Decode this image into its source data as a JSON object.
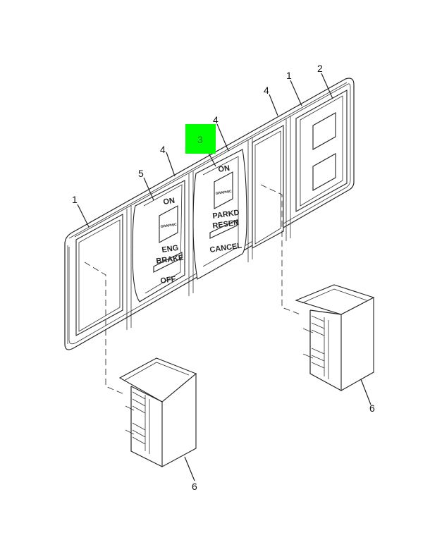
{
  "highlight_color": "#00ff00",
  "callouts": {
    "c1_left": "1",
    "c1_top": "1",
    "c2": "2",
    "c3": "3",
    "c4_left": "4",
    "c4_mid": "4",
    "c4_right": "4",
    "c5": "5",
    "c6_left": "6",
    "c6_right": "6"
  },
  "switch_eng_brake": {
    "on": "ON",
    "graphic": "GRAPHIC",
    "line1": "ENG",
    "line2": "BRAKE",
    "off": "OFF"
  },
  "switch_park_resume": {
    "on": "ON",
    "graphic": "GRAPHIC",
    "line1": "PARKD",
    "line2": "RESEN",
    "cancel": "CANCEL"
  }
}
